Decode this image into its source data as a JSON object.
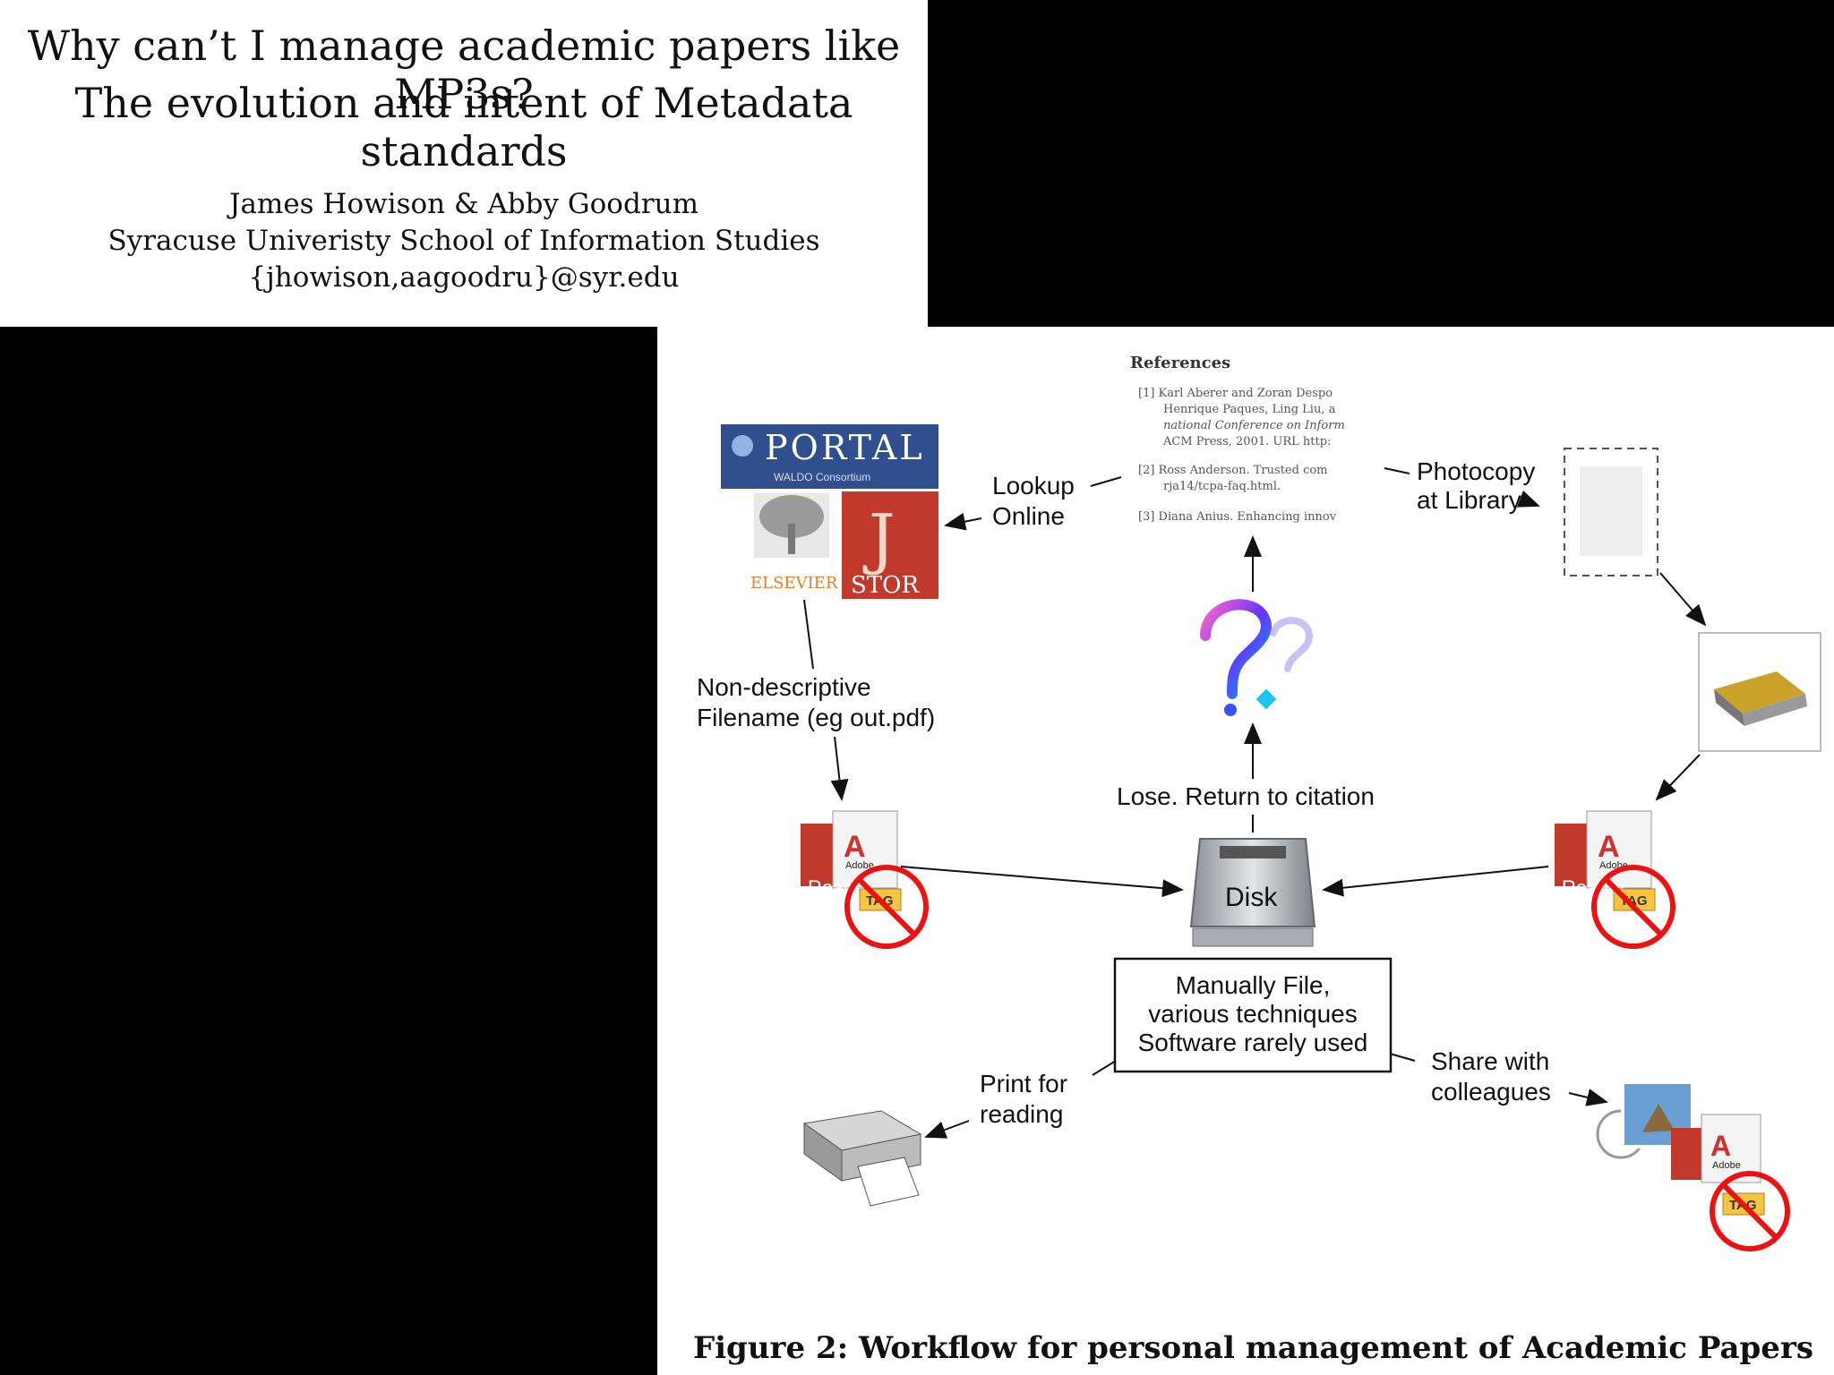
{
  "paper": {
    "title_line1": "Why can’t I manage academic papers like MP3s?",
    "title_line2": "The evolution and intent of Metadata standards",
    "authors": "James Howison & Abby Goodrum",
    "affiliation": "Syracuse Univeristy School of Information Studies",
    "email": "{jhowison,aagoodru}@syr.edu"
  },
  "figure": {
    "caption": "Figure 2: Workflow for personal management of Academic Papers",
    "references": {
      "heading": "References",
      "lines": [
        "[1]  Karl Aberer and Zoran Despo",
        "Henrique Paques, Ling Liu, a",
        "national Conference on Inform",
        "ACM Press, 2001. URL http:",
        "[2]  Ross Anderson.  Trusted com",
        "rja14/tcpa-faq.html.",
        "[3]  Diana Anius. Enhancing innov"
      ]
    },
    "logos": {
      "portal": "PORTAL",
      "portal_sub": "WALDO Consortium",
      "elsevier": "ELSEVIER",
      "jstor": "STOR",
      "jstor_j": "J"
    },
    "labels": {
      "lookup_1": "Lookup",
      "lookup_2": "Online",
      "photocopy_1": "Photocopy",
      "photocopy_2": "at Library",
      "nondesc_1": "Non-descriptive",
      "nondesc_2": "Filename (eg out.pdf)",
      "lose": "Lose.  Return to citation",
      "disk": "Disk",
      "manual_1": "Manually File,",
      "manual_2": "various techniques",
      "manual_3": "Software rarely used",
      "print_1": "Print for",
      "print_2": "reading",
      "share_1": "Share with",
      "share_2": "colleagues"
    },
    "pdf_icon": {
      "adobe": "Adobe",
      "reader": "Reader",
      "tag": "TAG"
    }
  }
}
